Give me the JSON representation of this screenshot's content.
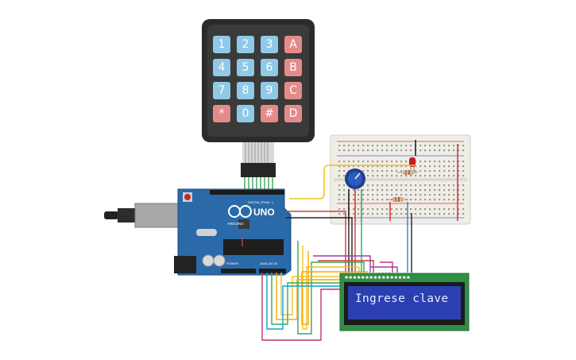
{
  "keypad": {
    "keys": [
      [
        "1",
        "2",
        "3",
        "A"
      ],
      [
        "4",
        "5",
        "6",
        "B"
      ],
      [
        "7",
        "8",
        "9",
        "C"
      ],
      [
        "*",
        "0",
        "#",
        "D"
      ]
    ]
  },
  "lcd": {
    "text": "Ingrese clave"
  },
  "arduino": {
    "brand": "UNO",
    "maker": "ARDUINO",
    "digital_label": "DIGITAL (PWM ~)",
    "power_label": "POWER",
    "analog_label": "ANALOG IN"
  },
  "colors": {
    "blue_key": "#8fc9e6",
    "red_key": "#e58a8a",
    "keypad_body": "#2b2b2b",
    "arduino_blue": "#2a6aa8",
    "lcd_green": "#2f8f45",
    "lcd_screen": "#2c3fb0"
  }
}
